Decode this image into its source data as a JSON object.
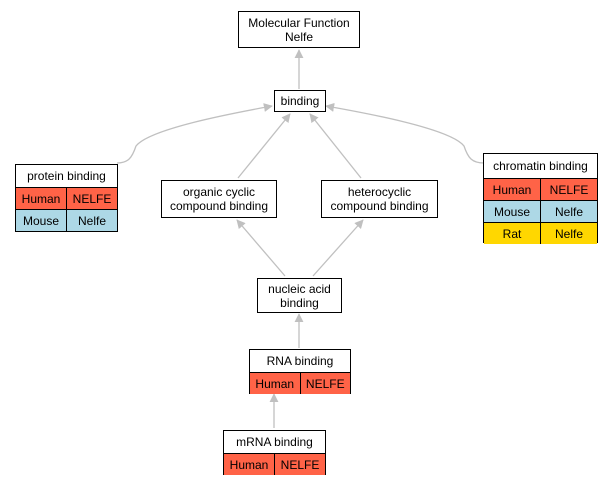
{
  "nodes": {
    "molecular_function": {
      "line1": "Molecular Function",
      "line2": "Nelfe"
    },
    "binding": {
      "label": "binding"
    },
    "protein_binding": {
      "label": "protein binding",
      "orthologs": [
        {
          "species": "Human",
          "gene": "NELFE",
          "color": "#ff6347"
        },
        {
          "species": "Mouse",
          "gene": "Nelfe",
          "color": "#add8e6"
        }
      ]
    },
    "chromatin_binding": {
      "label": "chromatin binding",
      "orthologs": [
        {
          "species": "Human",
          "gene": "NELFE",
          "color": "#ff6347"
        },
        {
          "species": "Mouse",
          "gene": "Nelfe",
          "color": "#add8e6"
        },
        {
          "species": "Rat",
          "gene": "Nelfe",
          "color": "#ffd700"
        }
      ]
    },
    "organic_cyclic": {
      "line1": "organic cyclic",
      "line2": "compound binding"
    },
    "heterocyclic": {
      "line1": "heterocyclic",
      "line2": "compound binding"
    },
    "nucleic_acid": {
      "line1": "nucleic acid",
      "line2": "binding"
    },
    "rna_binding": {
      "label": "RNA binding",
      "orthologs": [
        {
          "species": "Human",
          "gene": "NELFE",
          "color": "#ff6347"
        }
      ]
    },
    "mrna_binding": {
      "label": "mRNA binding",
      "orthologs": [
        {
          "species": "Human",
          "gene": "NELFE",
          "color": "#ff6347"
        }
      ]
    }
  },
  "colors": {
    "edge": "#c0c0c0",
    "human": "#ff6347",
    "mouse": "#add8e6",
    "rat": "#ffd700"
  }
}
